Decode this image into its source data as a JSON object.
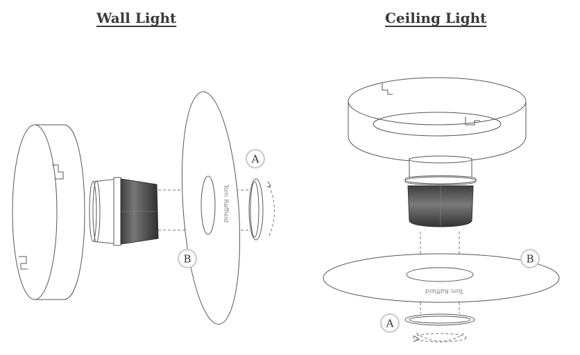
{
  "titles": {
    "wall": "Wall Light",
    "ceiling": "Ceiling Light"
  },
  "labels": {
    "wall_a": "A",
    "wall_b": "B",
    "ceiling_a": "A",
    "ceiling_b": "B"
  },
  "engraving": {
    "wall": "Tom Raffield",
    "ceiling": "Tom Raffield"
  },
  "colors": {
    "line": "#555555",
    "badge_border": "#c8c8c8",
    "bulb_dark": "#4a4a4a",
    "title": "#3a3a3a"
  }
}
